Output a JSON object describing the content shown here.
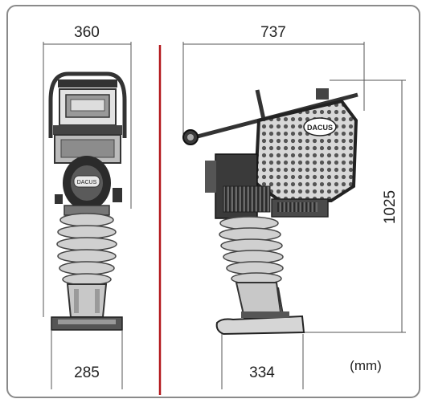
{
  "figure": {
    "front_view": {
      "top_width": "360",
      "base_width": "285"
    },
    "side_view": {
      "top_width": "737",
      "height": "1025",
      "base_width": "334"
    },
    "unit_label": "(mm)",
    "divider_color": "#b3161b",
    "badge_text": "DACUS"
  }
}
